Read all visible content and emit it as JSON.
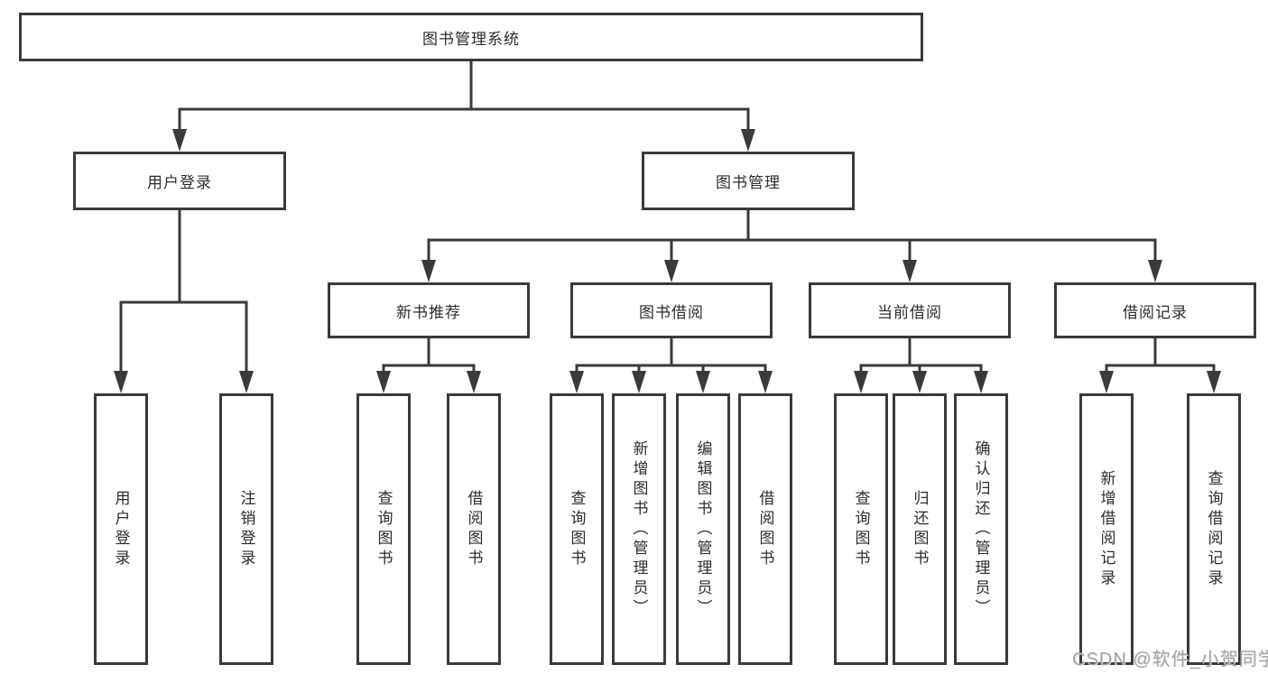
{
  "diagram_title": "图书管理系统",
  "nodes": {
    "root": "图书管理系统",
    "user_login": "用户登录",
    "book_mgmt": "图书管理",
    "new_book_rec": "新书推荐",
    "book_borrow": "图书借阅",
    "current_borrow": "当前借阅",
    "borrow_record": "借阅记录",
    "leaf_user_login": "用户登录",
    "leaf_logout": "注销登录",
    "leaf_nb_query": "查询图书",
    "leaf_nb_borrow": "借阅图书",
    "leaf_bb_query": "查询图书",
    "leaf_bb_add": "新增图书（管理员）",
    "leaf_bb_edit": "编辑图书（管理员）",
    "leaf_bb_borrow": "借阅图书",
    "leaf_cb_query": "查询图书",
    "leaf_cb_return": "归还图书",
    "leaf_cb_confirm": "确认归还（管理员）",
    "leaf_br_add": "新增借阅记录",
    "leaf_br_query": "查询借阅记录"
  },
  "watermark": {
    "text": "CSDN @软件_小贺同学"
  },
  "colors": {
    "line": "#3a3a3a",
    "box_border": "#3a3a3a",
    "box_fill": "#ffffff",
    "text": "#2d2d2d",
    "watermark": "#9e9e9e",
    "background": "#ffffff"
  },
  "structure": {
    "root": "图书管理系统",
    "children": [
      {
        "label": "用户登录",
        "children": [
          "用户登录",
          "注销登录"
        ]
      },
      {
        "label": "图书管理",
        "children": [
          {
            "label": "新书推荐",
            "children": [
              "查询图书",
              "借阅图书"
            ]
          },
          {
            "label": "图书借阅",
            "children": [
              "查询图书",
              "新增图书（管理员）",
              "编辑图书（管理员）",
              "借阅图书"
            ]
          },
          {
            "label": "当前借阅",
            "children": [
              "查询图书",
              "归还图书",
              "确认归还（管理员）"
            ]
          },
          {
            "label": "借阅记录",
            "children": [
              "新增借阅记录",
              "查询借阅记录"
            ]
          }
        ]
      }
    ]
  }
}
